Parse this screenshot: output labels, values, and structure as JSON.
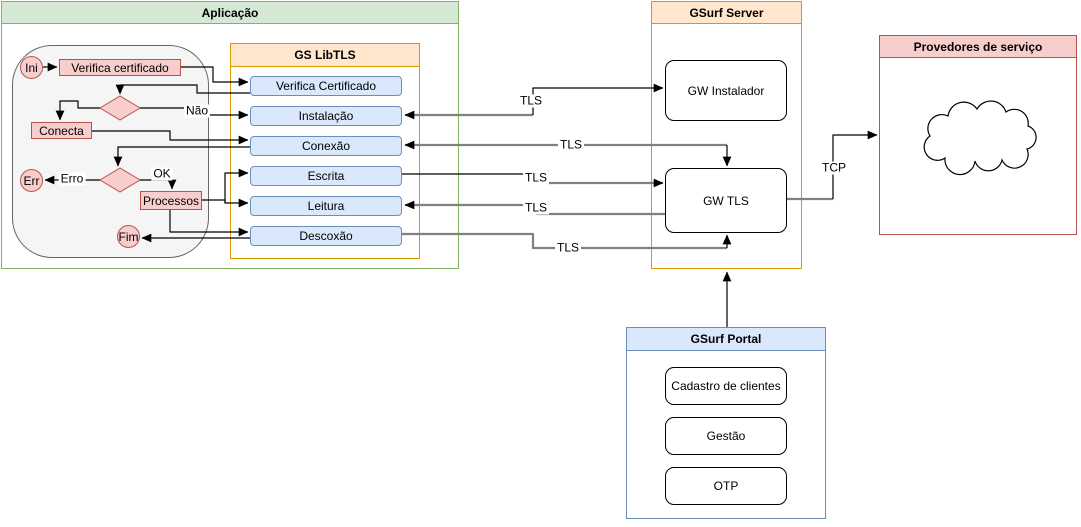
{
  "containers": {
    "aplicacao": "Aplicação",
    "gs_libtls": "GS LibTLS",
    "gsurf_server": "GSurf Server",
    "provedores": "Provedores de serviço",
    "gsurf_portal": "GSurf Portal"
  },
  "flowchart": {
    "ini": "Ini",
    "verifica_certificado": "Verifica certificado",
    "conecta": "Conecta",
    "err": "Err",
    "processos": "Processos",
    "fim": "Fim"
  },
  "libtls_boxes": {
    "verifica_certificado": "Verifica Certificado",
    "instalacao": "Instalação",
    "conexao": "Conexão",
    "escrita": "Escrita",
    "leitura": "Leitura",
    "descoxao": "Descoxão"
  },
  "server_boxes": {
    "gw_instalador": "GW Instalador",
    "gw_tls": "GW TLS"
  },
  "portal_boxes": {
    "cadastro": "Cadastro de clientes",
    "gestao": "Gestão",
    "otp": "OTP"
  },
  "edge_labels": {
    "nao": "Não",
    "erro": "Erro",
    "ok": "OK",
    "tls": "TLS",
    "tcp": "TCP"
  },
  "colors": {
    "green_fill": "#d5e8d4",
    "green_border": "#82b366",
    "orange_fill": "#ffe6cc",
    "orange_border": "#d79b00",
    "red_fill": "#f8cecc",
    "red_border": "#b85450",
    "blue_fill": "#dae8fc",
    "blue_border": "#6c8ebf",
    "gray_fill": "#f5f5f5",
    "gray_border": "#666666",
    "connector_gray": "#808080",
    "connector_black": "#000000"
  }
}
